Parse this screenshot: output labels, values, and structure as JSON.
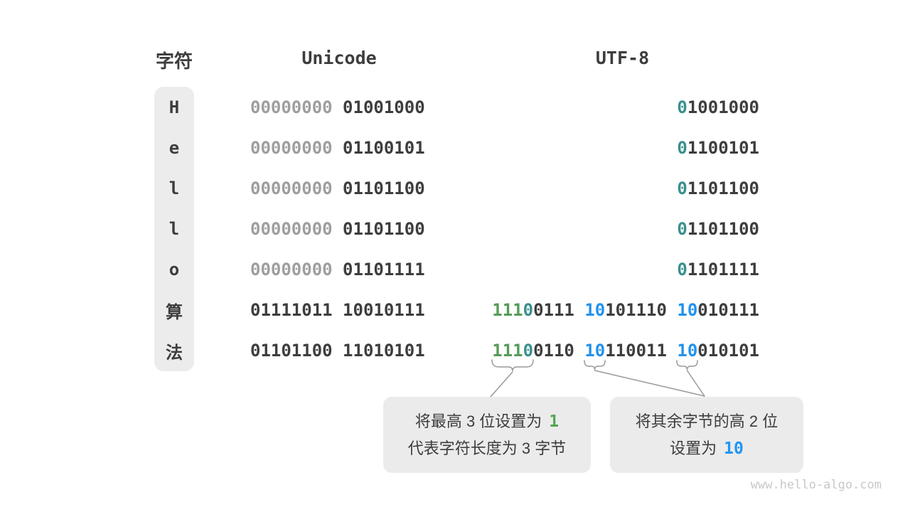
{
  "page": {
    "background": "#ffffff",
    "watermark": "www.hello-algo.com"
  },
  "colors": {
    "text_dark": "#3d3d3d",
    "text_gray": "#9e9e9e",
    "bit_green": "#559b58",
    "bit_teal": "#38908e",
    "bit_blue": "#2192ed",
    "box_background": "#ebebeb",
    "char_column_background": "#ececec",
    "connector_stroke": "#999999",
    "watermark_color": "#c9c9c9"
  },
  "header": {
    "char": "字符",
    "unicode": "Unicode",
    "utf8": "UTF-8"
  },
  "rows": [
    {
      "char": "H",
      "unicode": [
        {
          "t": "00000000",
          "c": "gray"
        },
        {
          "t": " ",
          "c": "dark"
        },
        {
          "t": "01001000",
          "c": "dark"
        }
      ],
      "utf8": [
        {
          "t": "0",
          "c": "teal"
        },
        {
          "t": "1001000",
          "c": "dark"
        }
      ]
    },
    {
      "char": "e",
      "unicode": [
        {
          "t": "00000000",
          "c": "gray"
        },
        {
          "t": " ",
          "c": "dark"
        },
        {
          "t": "01100101",
          "c": "dark"
        }
      ],
      "utf8": [
        {
          "t": "0",
          "c": "teal"
        },
        {
          "t": "1100101",
          "c": "dark"
        }
      ]
    },
    {
      "char": "l",
      "unicode": [
        {
          "t": "00000000",
          "c": "gray"
        },
        {
          "t": " ",
          "c": "dark"
        },
        {
          "t": "01101100",
          "c": "dark"
        }
      ],
      "utf8": [
        {
          "t": "0",
          "c": "teal"
        },
        {
          "t": "1101100",
          "c": "dark"
        }
      ]
    },
    {
      "char": "l",
      "unicode": [
        {
          "t": "00000000",
          "c": "gray"
        },
        {
          "t": " ",
          "c": "dark"
        },
        {
          "t": "01101100",
          "c": "dark"
        }
      ],
      "utf8": [
        {
          "t": "0",
          "c": "teal"
        },
        {
          "t": "1101100",
          "c": "dark"
        }
      ]
    },
    {
      "char": "o",
      "unicode": [
        {
          "t": "00000000",
          "c": "gray"
        },
        {
          "t": " ",
          "c": "dark"
        },
        {
          "t": "01101111",
          "c": "dark"
        }
      ],
      "utf8": [
        {
          "t": "0",
          "c": "teal"
        },
        {
          "t": "1101111",
          "c": "dark"
        }
      ]
    },
    {
      "char": "算",
      "unicode": [
        {
          "t": "01111011",
          "c": "dark"
        },
        {
          "t": " ",
          "c": "dark"
        },
        {
          "t": "10010111",
          "c": "dark"
        }
      ],
      "utf8": [
        {
          "t": "111",
          "c": "green"
        },
        {
          "t": "0",
          "c": "teal"
        },
        {
          "t": "0111",
          "c": "dark"
        },
        {
          "t": " ",
          "c": "dark"
        },
        {
          "t": "10",
          "c": "blue"
        },
        {
          "t": "101110",
          "c": "dark"
        },
        {
          "t": " ",
          "c": "dark"
        },
        {
          "t": "10",
          "c": "blue"
        },
        {
          "t": "010111",
          "c": "dark"
        }
      ]
    },
    {
      "char": "法",
      "unicode": [
        {
          "t": "01101100",
          "c": "dark"
        },
        {
          "t": " ",
          "c": "dark"
        },
        {
          "t": "11010101",
          "c": "dark"
        }
      ],
      "utf8": [
        {
          "t": "111",
          "c": "green"
        },
        {
          "t": "0",
          "c": "teal"
        },
        {
          "t": "0110",
          "c": "dark"
        },
        {
          "t": " ",
          "c": "dark"
        },
        {
          "t": "10",
          "c": "blue"
        },
        {
          "t": "110011",
          "c": "dark"
        },
        {
          "t": " ",
          "c": "dark"
        },
        {
          "t": "10",
          "c": "blue"
        },
        {
          "t": "010101",
          "c": "dark"
        }
      ]
    }
  ],
  "annotations": {
    "left": {
      "line1_text": "将最高 3 位设置为",
      "line1_highlight": "1",
      "line2_text": "代表字符长度为 3 字节"
    },
    "right": {
      "line1_text": "将其余字节的高 2 位",
      "line2_text": "设置为",
      "line2_highlight": "10"
    }
  }
}
